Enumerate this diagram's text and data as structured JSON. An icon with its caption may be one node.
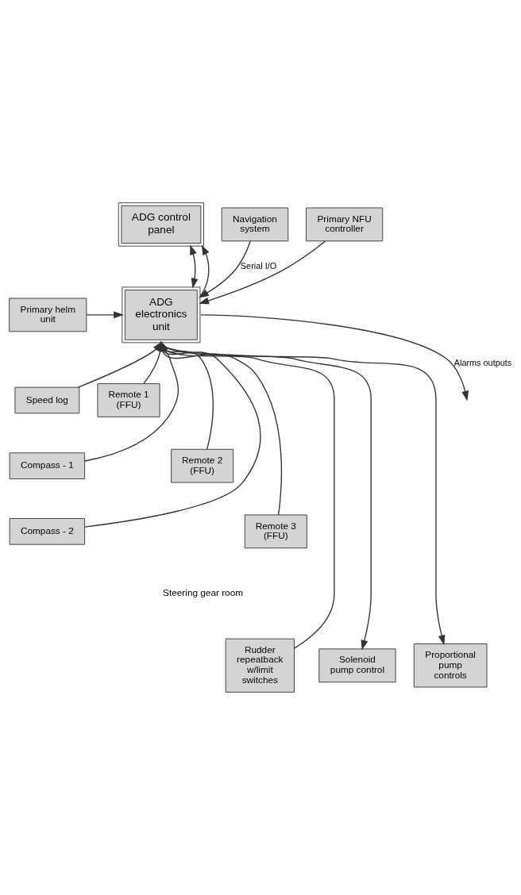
{
  "diagram": {
    "nodes": [
      {
        "text": [
          "ADG control panel"
        ]
      },
      {
        "text": [
          "Navigation system"
        ]
      },
      {
        "text": [
          "Primary NFU controller"
        ]
      },
      {
        "text": [
          "ADG electronics unit"
        ]
      },
      {
        "text": [
          "Primary helm unit"
        ]
      },
      {
        "text": [
          "Speed log"
        ]
      },
      {
        "text": [
          "Remote 1 (FFU)"
        ]
      },
      {
        "text": [
          "Compass - 1"
        ]
      },
      {
        "text": [
          "Remote 2 (FFU)"
        ]
      },
      {
        "text": [
          "Compass - 2"
        ]
      },
      {
        "text": [
          "Remote 3 (FFU)"
        ]
      },
      {
        "text": [
          "Rudder repeatback w/limit switches"
        ]
      },
      {
        "text": [
          "Solenoid pump control"
        ]
      },
      {
        "text": [
          "Proportional pump controls"
        ]
      }
    ],
    "edges": [
      {
        "from": 0,
        "to": 3,
        "arrow": "both"
      },
      {
        "from": 3,
        "to": 0,
        "arrow": "to"
      },
      {
        "from": 1,
        "to": 3,
        "arrow": "to",
        "label": "Serial I/O"
      },
      {
        "from": 2,
        "to": 3,
        "arrow": "to"
      },
      {
        "from": 4,
        "to": 3,
        "arrow": "to"
      },
      {
        "from": 3,
        "to": null,
        "arrow": "to",
        "label": "Alarms outputs"
      },
      {
        "from": 5,
        "to": 3,
        "arrow": "to"
      },
      {
        "from": 7,
        "to": 3,
        "arrow": "to"
      },
      {
        "from": 9,
        "to": 3,
        "arrow": "to"
      },
      {
        "from": 11,
        "to": 3,
        "arrow": "to"
      },
      {
        "from": 3,
        "to": 12,
        "arrow": "to"
      },
      {
        "from": 3,
        "to": 13,
        "arrow": "to"
      },
      {
        "from": 6,
        "to": 3,
        "arrow": "to"
      },
      {
        "from": 8,
        "to": 3,
        "arrow": "to"
      },
      {
        "from": 10,
        "to": 3,
        "arrow": "to"
      }
    ],
    "labels": [
      "Steering gear room"
    ]
  }
}
